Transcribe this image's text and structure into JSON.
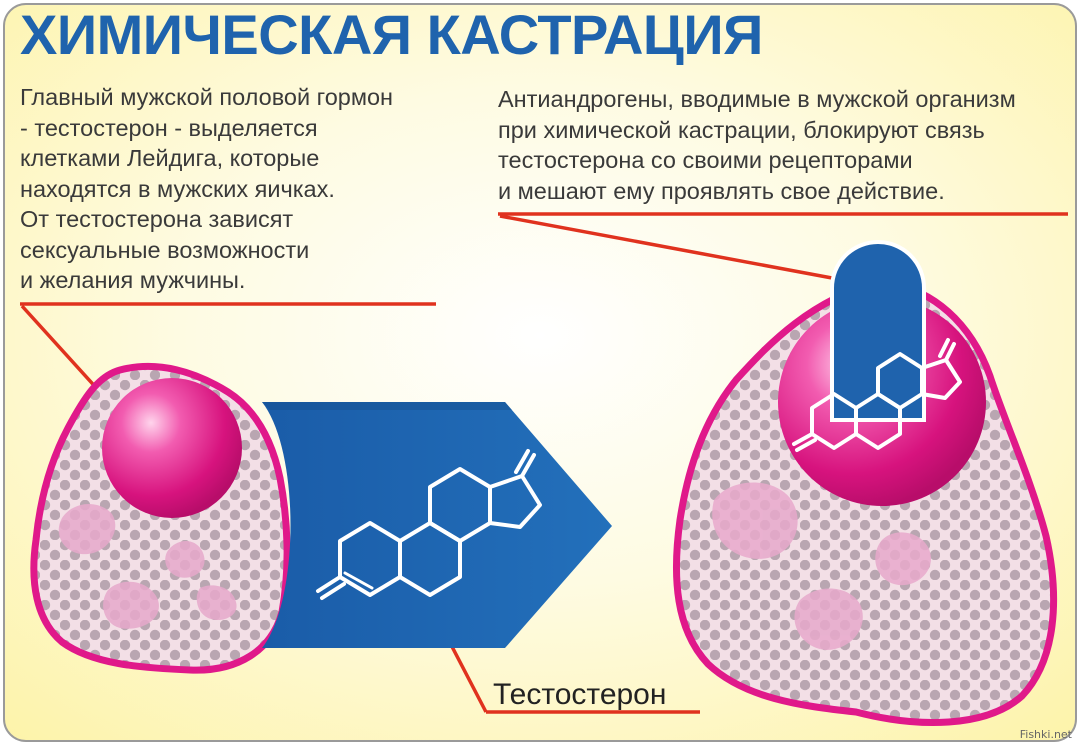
{
  "title": "ХИМИЧЕСКАЯ КАСТРАЦИЯ",
  "left_text": [
    "Главный мужской половой гормон",
    "- тестостерон - выделяется",
    "клетками Лейдига, которые",
    "находятся в мужских яичках.",
    "От тестостерона зависят",
    "сексуальные возможности",
    "и желания мужчины."
  ],
  "right_text": [
    "Антиандрогены, вводимые в мужской организм",
    "при химической кастрации, блокируют связь",
    "тестостерона со своими рецепторами",
    "и мешают ему проявлять свое действие."
  ],
  "testosterone_label": "Тестостерон",
  "watermark": "Fishki.net",
  "colors": {
    "title": "#1f63ad",
    "arrow": "#1f63ad",
    "cell_border": "#e0198a",
    "cell_fill": "#f3dfe6",
    "dots": "#b9a6b1",
    "pointer_lines": "#e0321e",
    "background": "#fdf7c0"
  }
}
